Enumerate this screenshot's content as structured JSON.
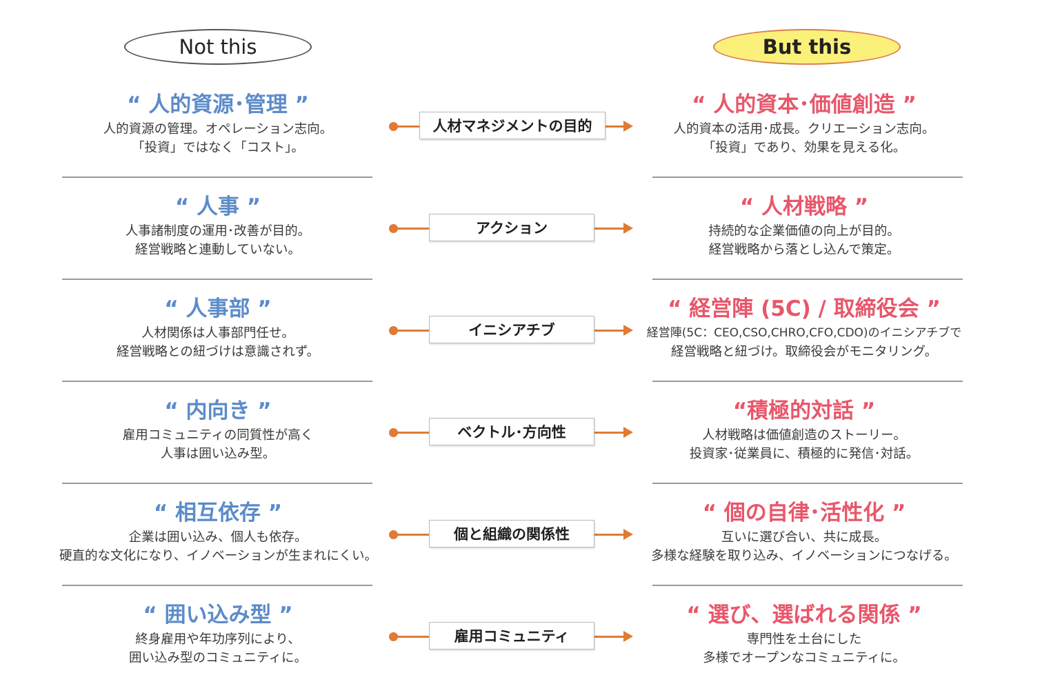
{
  "header": {
    "left_label": "Not this",
    "right_label": "But this"
  },
  "colors": {
    "left_heading": "#5b8bc9",
    "right_heading": "#e8566a",
    "connector": "#e07a35",
    "right_pill_fill": "#fbf07a"
  },
  "rows": [
    {
      "left": {
        "title": "“ 人的資源･管理 ”",
        "line1": "人的資源の管理。オペレーション志向。",
        "line2": "「投資」ではなく「コスト」。"
      },
      "center": "人材マネジメントの目的",
      "right": {
        "title": "“ 人的資本･価値創造 ”",
        "line1": "人的資本の活用･成長。クリエーション志向。",
        "line2": "「投資」であり、効果を見える化。"
      }
    },
    {
      "left": {
        "title": "“ 人事 ”",
        "line1": "人事諸制度の運用･改善が目的。",
        "line2": "経営戦略と連動していない。"
      },
      "center": "アクション",
      "right": {
        "title": "“ 人材戦略 ”",
        "line1": "持続的な企業価値の向上が目的。",
        "line2": "経営戦略から落とし込んで策定。"
      }
    },
    {
      "left": {
        "title": "“ 人事部 ”",
        "line1": "人材関係は人事部門任せ。",
        "line2": "経営戦略との紐づけは意識されず。"
      },
      "center": "イニシアチブ",
      "right": {
        "title": "“ 経営陣 (5C) / 取締役会 ”",
        "line1": "経営陣(5C：CEO,CSO,CHRO,CFO,CDO)のイニシアチブで",
        "line2": "経営戦略と紐づけ。取締役会がモニタリング。"
      }
    },
    {
      "left": {
        "title": "“ 内向き ”",
        "line1": "雇用コミュニティの同質性が高く",
        "line2": "人事は囲い込み型。"
      },
      "center": "ベクトル･方向性",
      "right": {
        "title": "“積極的対話 ”",
        "line1": "人材戦略は価値創造のストーリー。",
        "line2": "投資家･従業員に、積極的に発信･対話。"
      }
    },
    {
      "left": {
        "title": "“ 相互依存 ”",
        "line1": "企業は囲い込み、個人も依存。",
        "line2": "硬直的な文化になり、イノベーションが生まれにくい。"
      },
      "center": "個と組織の関係性",
      "right": {
        "title": "“ 個の自律･活性化 ”",
        "line1": "互いに選び合い、共に成長。",
        "line2": "多様な経験を取り込み、イノベーションにつなげる。"
      }
    },
    {
      "left": {
        "title": "“ 囲い込み型 ”",
        "line1": "終身雇用や年功序列により、",
        "line2": "囲い込み型のコミュニティに。"
      },
      "center": "雇用コミュニティ",
      "right": {
        "title": "“ 選び、選ばれる関係 ”",
        "line1": "専門性を土台にした",
        "line2": "多様でオープンなコミュニティに。"
      }
    }
  ]
}
